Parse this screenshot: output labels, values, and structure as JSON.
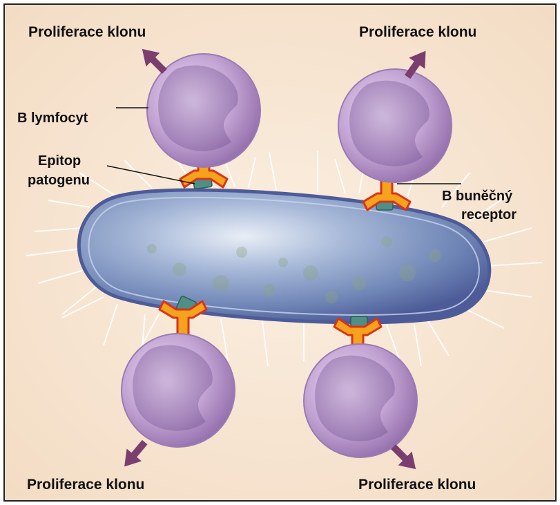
{
  "diagram": {
    "labels": {
      "proliferation_top_left": "Proliferace klonu",
      "proliferation_top_right": "Proliferace klonu",
      "proliferation_bottom_left": "Proliferace klonu",
      "proliferation_bottom_right": "Proliferace klonu",
      "b_lymphocyte": "B lymfocyt",
      "epitope_line1": "Epitop",
      "epitope_line2": "patogenu",
      "b_cell_receptor_line1": "B buněčný",
      "b_cell_receptor_line2": "receptor"
    },
    "colors": {
      "background": "#f7e6d3",
      "cell": "#c2a3d3",
      "cell_shadow": "#8d6aa7",
      "bacterium": "#7c95c2",
      "bacterium_edge": "#4d5c98",
      "receptor": "#f5a21c",
      "receptor_edge": "#d9331b",
      "epitope": "#4f8f86",
      "arrow": "#7b3e6e"
    },
    "icons": [
      "arrow-up-left-icon",
      "arrow-up-right-icon",
      "arrow-down-left-icon",
      "arrow-down-right-icon"
    ]
  }
}
